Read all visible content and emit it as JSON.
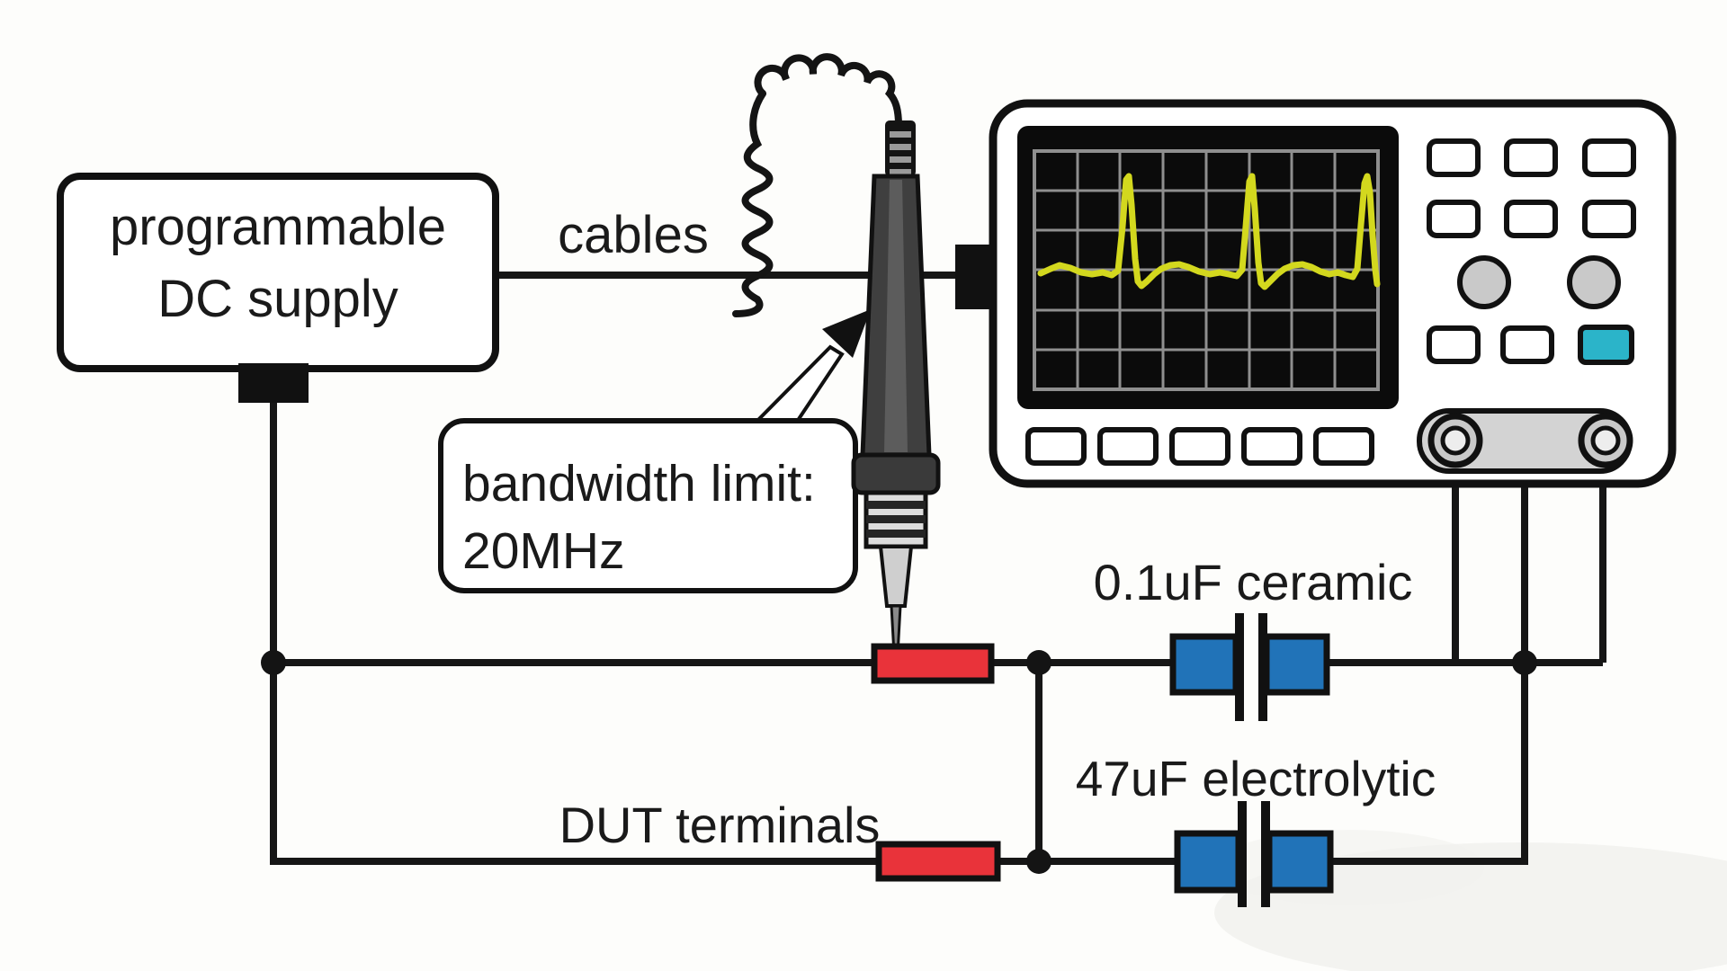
{
  "labels": {
    "supply_line1": "programmable",
    "supply_line2": "DC supply",
    "cables": "cables",
    "callout_line1": "bandwidth limit:",
    "callout_line2": "20MHz",
    "ceramic_cap": "0.1uF ceramic",
    "electrolytic_cap": "47uF electrolytic",
    "dut": "DUT terminals"
  },
  "colors": {
    "ink": "#161616",
    "background": "#fdfdfb",
    "terminal_red": "#e9333a",
    "capacitor_blue": "#2173b8",
    "trace_yellow": "#d3d81e",
    "button_cyan": "#2bb4c9",
    "knob_gray": "#c9c9c9",
    "bnc_panel_gray": "#d3d3d3",
    "probe_dark": "#3f3f3f",
    "probe_light": "#cfcfcf",
    "screen_black": "#0b0b0b",
    "grid_gray": "#8f8f8f"
  },
  "screen": {
    "grid_columns": 8,
    "grid_rows": 6,
    "waveform_shape": "three sharp periodic pulses on a noisy baseline"
  }
}
